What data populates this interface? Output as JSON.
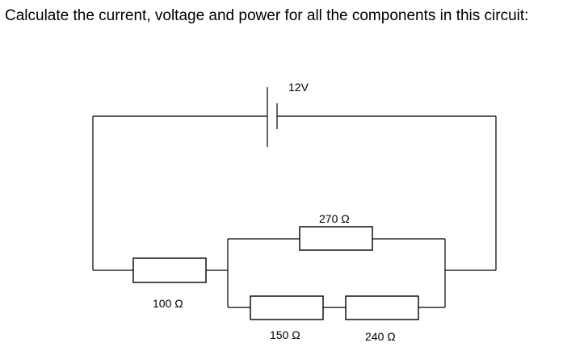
{
  "question": "Calculate the current, voltage and power for all the components in this circuit:",
  "battery": {
    "label": "12V"
  },
  "resistors": {
    "r100": {
      "label": "100 Ω"
    },
    "r270": {
      "label": "270 Ω"
    },
    "r150": {
      "label": "150 Ω"
    },
    "r240": {
      "label": "240 Ω"
    }
  }
}
